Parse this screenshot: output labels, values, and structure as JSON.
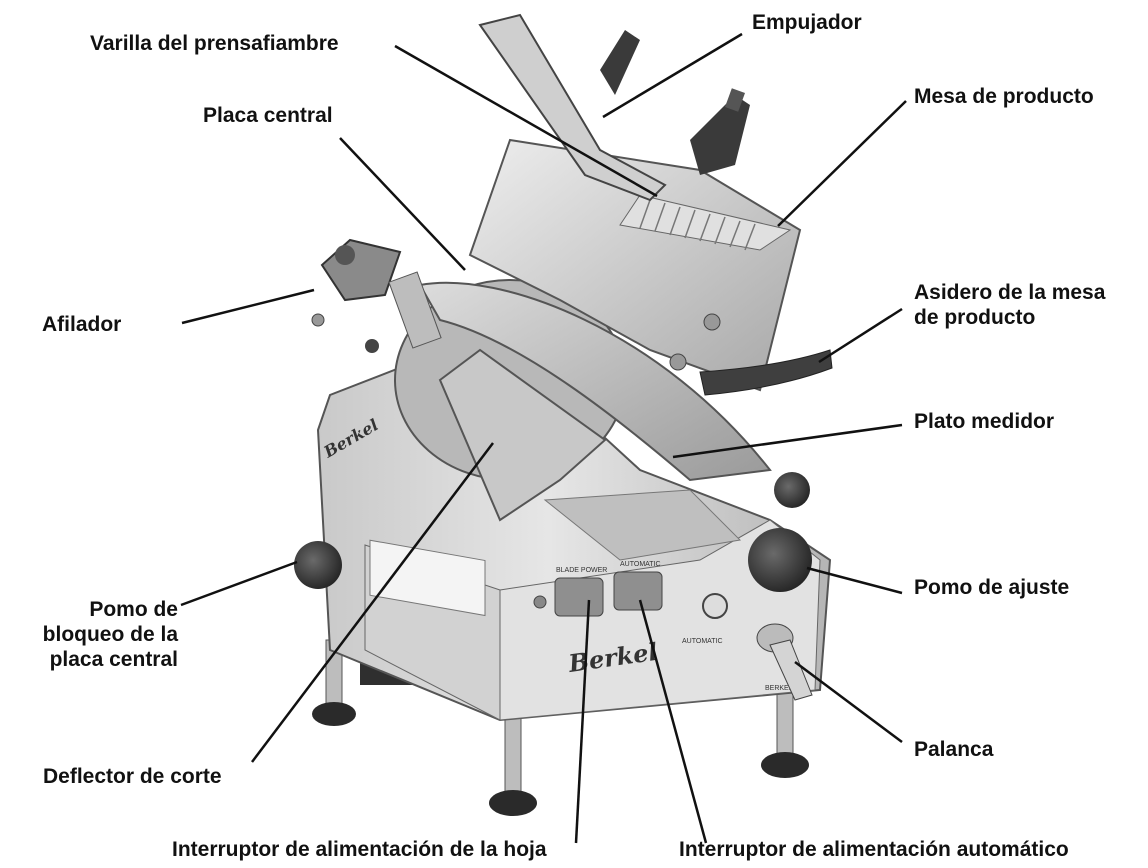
{
  "labels": {
    "empujador": "Empujador",
    "varilla": "Varilla del prensafiambre",
    "mesa_producto": "Mesa de producto",
    "placa_central": "Placa central",
    "asidero": "Asidero de la mesa\nde producto",
    "afilador": "Afilador",
    "plato_medidor": "Plato medidor",
    "pomo_ajuste": "Pomo de ajuste",
    "pomo_bloqueo": "Pomo de\nbloqueo de la\nplaca central",
    "palanca": "Palanca",
    "deflector": "Deflector de corte",
    "interruptor_hoja": "Interruptor de alimentación de la hoja",
    "interruptor_auto": "Interruptor de alimentación automático"
  },
  "machine": {
    "brand": "Berkel",
    "switch_blade_label": "BLADE POWER",
    "switch_auto_label": "AUTOMATIC",
    "panel_label": "AUTOMATIC",
    "lever_label": "BERKEL"
  },
  "colors": {
    "line": "#111111",
    "metal_light": "#d6d6d6",
    "metal_mid": "#a9a9a9",
    "metal_dark": "#6e6e6e",
    "black": "#2a2a2a"
  }
}
